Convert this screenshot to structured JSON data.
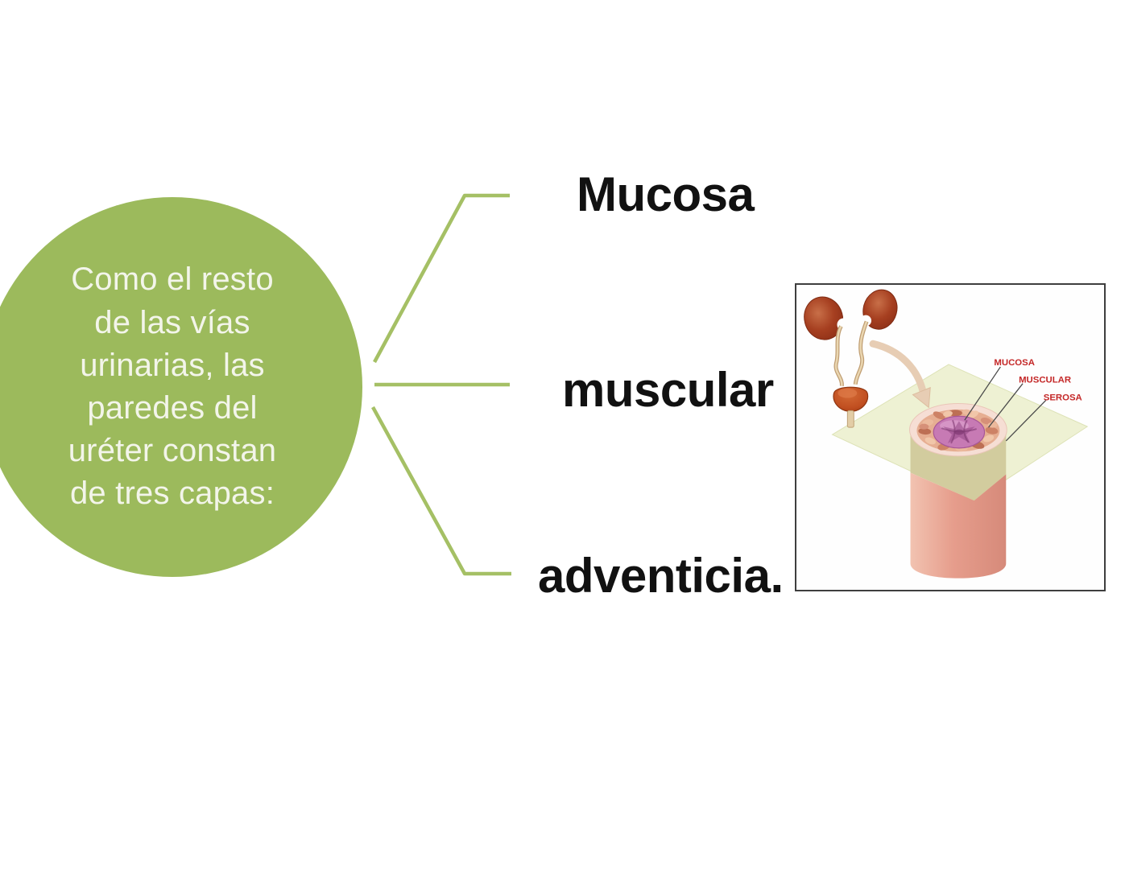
{
  "slide": {
    "circle": {
      "text": "Como el resto\nde las vías\nurinarias, las\nparedes del\nuréter constan\nde tres capas:"
    },
    "branches": [
      {
        "label": "Mucosa"
      },
      {
        "label": "muscular"
      },
      {
        "label": "adventicia."
      }
    ],
    "figure": {
      "labels": {
        "mucosa": "MUCOSA",
        "muscular": "MUSCULAR",
        "serosa": "SEROSA"
      }
    },
    "colors": {
      "circle_fill": "#9cba5c",
      "circle_text": "#f3f5ea",
      "connector": "#a5c065",
      "branch_label": "#111111",
      "figure_label": "#c42727"
    }
  }
}
